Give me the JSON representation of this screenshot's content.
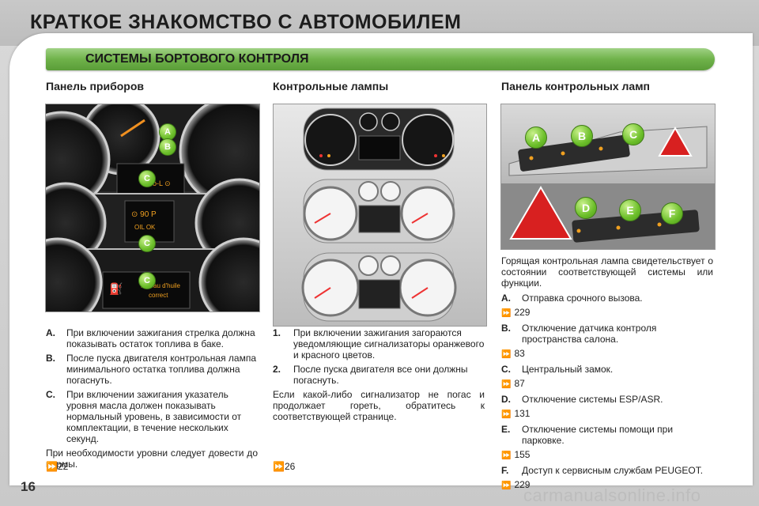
{
  "header": {
    "title": "КРАТКОЕ ЗНАКОМСТВО С АВТОМОБИЛЕМ",
    "section_title": "СИСТЕМЫ БОРТОВОГО КОНТРОЛЯ"
  },
  "col1": {
    "heading": "Панель приборов",
    "callouts": {
      "a": "A",
      "b": "B",
      "c": "C"
    },
    "items": [
      {
        "letter": "A.",
        "text": "При включении зажигания стрелка должна показывать остаток топлива в баке."
      },
      {
        "letter": "B.",
        "text": "После пуска двигателя контрольная лампа минимального остатка топлива должна погаснуть."
      },
      {
        "letter": "C.",
        "text": "При включении зажигания указатель уровня масла должен показывать нормальный уровень, в зависимости от комплектации, в течение нескольких секунд."
      }
    ],
    "note": "При необходимости уровни следует довести до нормы.",
    "ref": "22"
  },
  "col2": {
    "heading": "Контрольные лампы",
    "items": [
      {
        "letter": "1.",
        "text": "При включении зажигания загораются уведомляющие сигнализаторы оранжевого и красного цветов."
      },
      {
        "letter": "2.",
        "text": "После пуска двигателя все они должны погаснуть."
      }
    ],
    "note": "Если какой-либо сигнализатор не погас и продолжает гореть, обратитесь к соответствующей странице.",
    "ref": "26"
  },
  "col3": {
    "heading": "Панель контрольных ламп",
    "callouts": {
      "a": "A",
      "b": "B",
      "c": "C",
      "d": "D",
      "e": "E",
      "f": "F"
    },
    "intro": "Горящая контрольная лампа свидетельствует о состоянии соответствующей системы или функции.",
    "items": [
      {
        "letter": "A.",
        "text": "Отправка срочного вызова.",
        "ref": "229"
      },
      {
        "letter": "B.",
        "text": "Отключение датчика контроля пространства салона.",
        "ref": "83"
      },
      {
        "letter": "C.",
        "text": "Центральный замок.",
        "ref": "87"
      },
      {
        "letter": "D.",
        "text": "Отключение системы ESP/ASR.",
        "ref": "131"
      },
      {
        "letter": "E.",
        "text": "Отключение системы помощи при парковке.",
        "ref": "155"
      },
      {
        "letter": "F.",
        "text": "Доступ к сервисным службам PEUGEOT.",
        "ref": "229"
      }
    ]
  },
  "footer": {
    "page_number": "16",
    "watermark": "carmanualsonline.info"
  },
  "icons": {
    "ref_arrow": "double-arrow-right-icon"
  },
  "colors": {
    "green": "#6fb24a",
    "badge_green": "#6cbf2a",
    "amber": "#f0a020",
    "red": "#d82020"
  }
}
